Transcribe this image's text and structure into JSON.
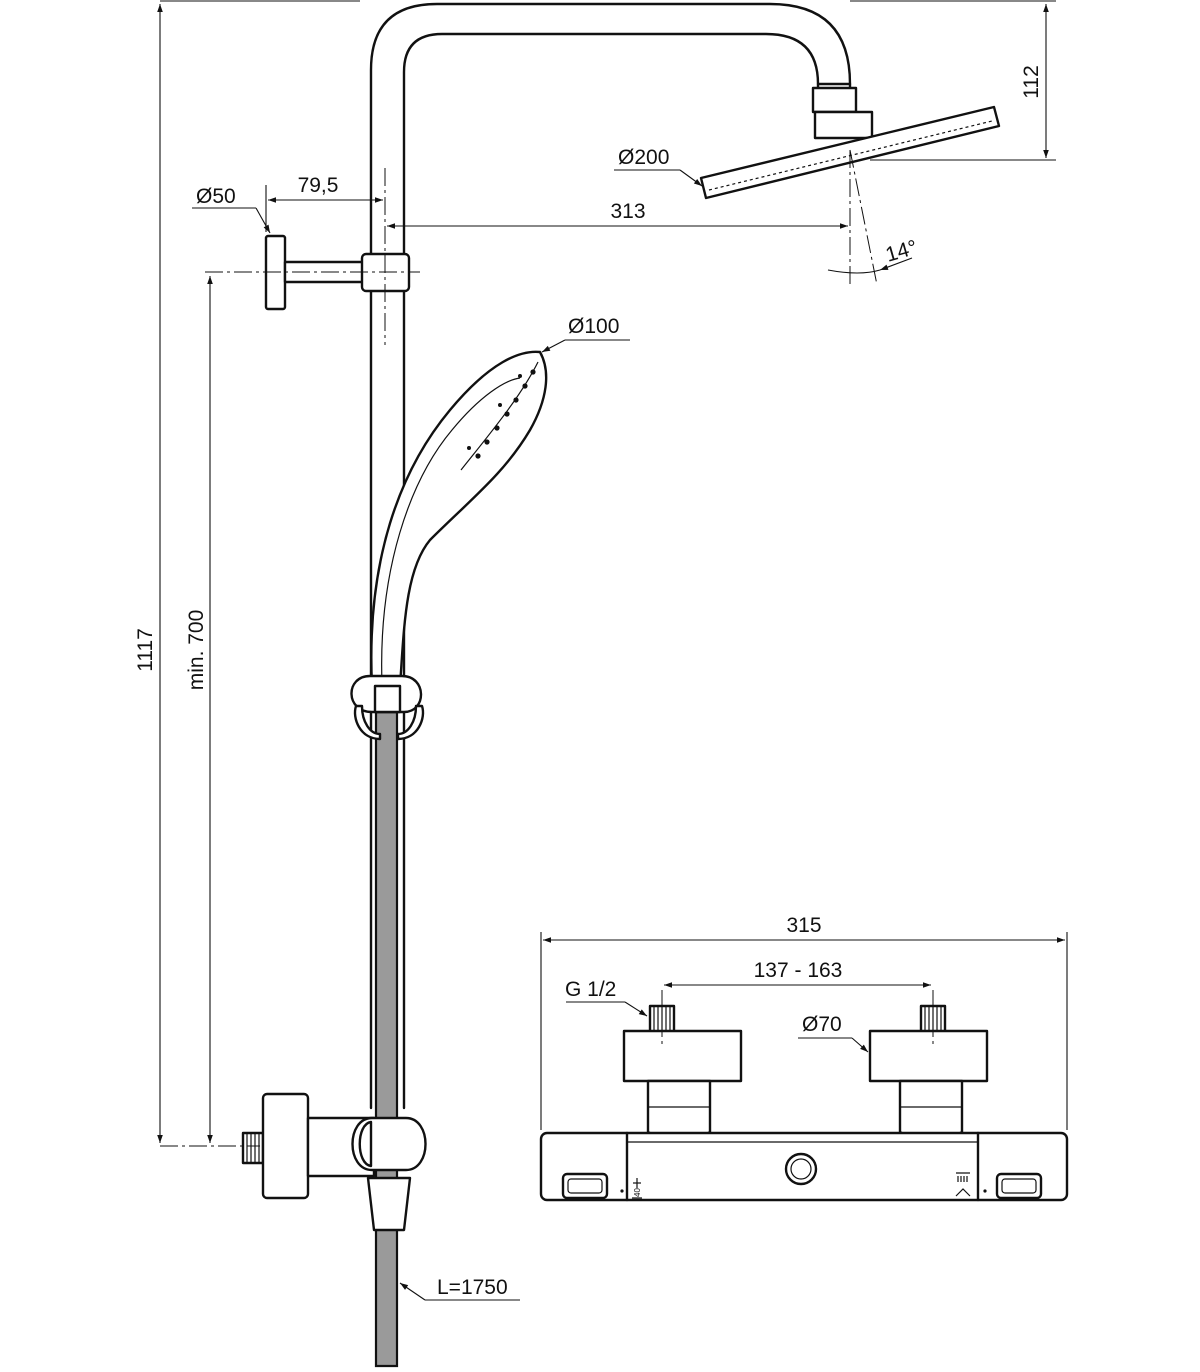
{
  "dimensions": {
    "total_height": "1117",
    "min_height": "min. 700",
    "wall_bracket_diameter": "Ø50",
    "bracket_offset": "79,5",
    "arm_reach": "313",
    "head_diameter": "Ø200",
    "head_drop": "112",
    "head_angle": "14°",
    "handshower_diameter": "Ø100",
    "hose_length": "L=1750",
    "mixer_width": "315",
    "inlet_centres": "137 - 163",
    "inlet_thread": "G 1/2",
    "inlet_cover_diameter": "Ø70"
  },
  "mixer": {
    "temperature_mark": "40"
  }
}
